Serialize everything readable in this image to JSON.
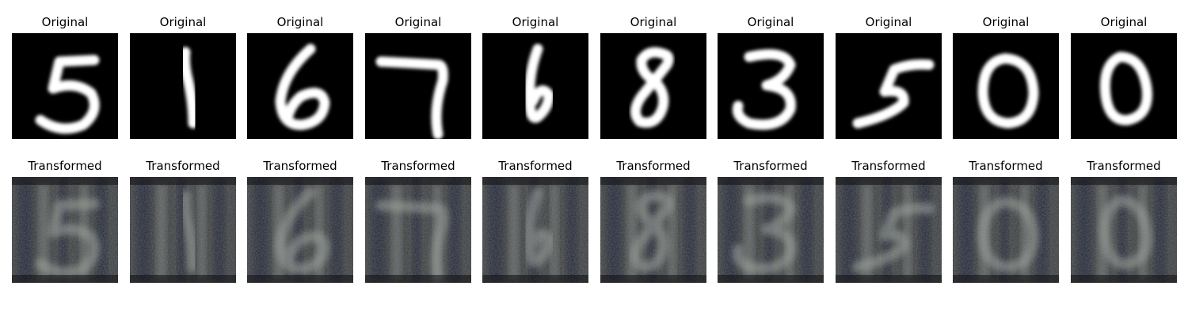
{
  "rows": [
    {
      "id": "original",
      "cells": [
        {
          "title": "Original",
          "digit": "5"
        },
        {
          "title": "Original",
          "digit": "1"
        },
        {
          "title": "Original",
          "digit": "6"
        },
        {
          "title": "Original",
          "digit": "7"
        },
        {
          "title": "Original",
          "digit": "6"
        },
        {
          "title": "Original",
          "digit": "8"
        },
        {
          "title": "Original",
          "digit": "3"
        },
        {
          "title": "Original",
          "digit": "5"
        },
        {
          "title": "Original",
          "digit": "0"
        },
        {
          "title": "Original",
          "digit": "0"
        }
      ]
    },
    {
      "id": "transformed",
      "cells": [
        {
          "title": "Transformed",
          "digit": "5"
        },
        {
          "title": "Transformed",
          "digit": "1"
        },
        {
          "title": "Transformed",
          "digit": "6"
        },
        {
          "title": "Transformed",
          "digit": "7"
        },
        {
          "title": "Transformed",
          "digit": "6"
        },
        {
          "title": "Transformed",
          "digit": "8"
        },
        {
          "title": "Transformed",
          "digit": "3"
        },
        {
          "title": "Transformed",
          "digit": "5"
        },
        {
          "title": "Transformed",
          "digit": "0"
        },
        {
          "title": "Transformed",
          "digit": "0"
        }
      ]
    }
  ],
  "colors": {
    "original_bg": "#000000",
    "original_stroke": "#ffffff",
    "transformed_bg": "#3a3e3c",
    "transformed_dark": "#141a2e",
    "transformed_light": "#a9b2a6"
  }
}
